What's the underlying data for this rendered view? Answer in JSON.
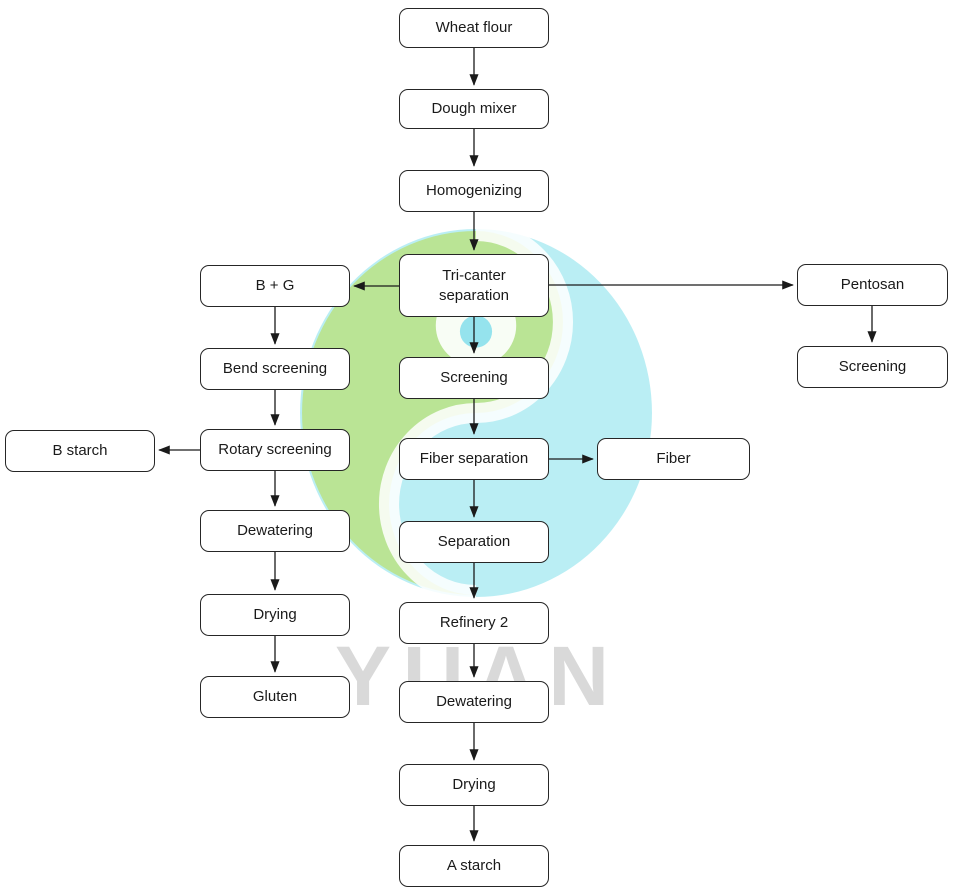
{
  "watermark": {
    "text": "YUAN",
    "logo_green": "#b9e388",
    "logo_cyan": "#a6e9f1",
    "text_color": "#d9d9d9"
  },
  "nodes": {
    "wheat_flour": "Wheat flour",
    "dough_mixer": "Dough mixer",
    "homogenizing": "Homogenizing",
    "tricanter_separation": "Tri-canter separation",
    "b_plus_g": "B + G",
    "pentosan": "Pentosan",
    "pentosan_screening": "Screening",
    "screening": "Screening",
    "bend_screening": "Bend screening",
    "rotary_screening": "Rotary screening",
    "b_starch": "B starch",
    "dewatering_gluten": "Dewatering",
    "drying_gluten": "Drying",
    "gluten": "Gluten",
    "fiber_separation": "Fiber separation",
    "fiber": "Fiber",
    "separation": "Separation",
    "refinery_2": "Refinery 2",
    "dewatering_starch": "Dewatering",
    "drying_starch": "Drying",
    "a_starch": "A starch"
  },
  "edges": [
    {
      "from": "wheat_flour",
      "to": "dough_mixer"
    },
    {
      "from": "dough_mixer",
      "to": "homogenizing"
    },
    {
      "from": "homogenizing",
      "to": "tricanter_separation"
    },
    {
      "from": "tricanter_separation",
      "to": "b_plus_g"
    },
    {
      "from": "tricanter_separation",
      "to": "screening"
    },
    {
      "from": "tricanter_separation",
      "to": "pentosan"
    },
    {
      "from": "pentosan",
      "to": "pentosan_screening"
    },
    {
      "from": "b_plus_g",
      "to": "bend_screening"
    },
    {
      "from": "bend_screening",
      "to": "rotary_screening"
    },
    {
      "from": "rotary_screening",
      "to": "b_starch"
    },
    {
      "from": "rotary_screening",
      "to": "dewatering_gluten"
    },
    {
      "from": "dewatering_gluten",
      "to": "drying_gluten"
    },
    {
      "from": "drying_gluten",
      "to": "gluten"
    },
    {
      "from": "screening",
      "to": "fiber_separation"
    },
    {
      "from": "fiber_separation",
      "to": "fiber"
    },
    {
      "from": "fiber_separation",
      "to": "separation"
    },
    {
      "from": "separation",
      "to": "refinery_2"
    },
    {
      "from": "refinery_2",
      "to": "dewatering_starch"
    },
    {
      "from": "dewatering_starch",
      "to": "drying_starch"
    },
    {
      "from": "drying_starch",
      "to": "a_starch"
    }
  ]
}
